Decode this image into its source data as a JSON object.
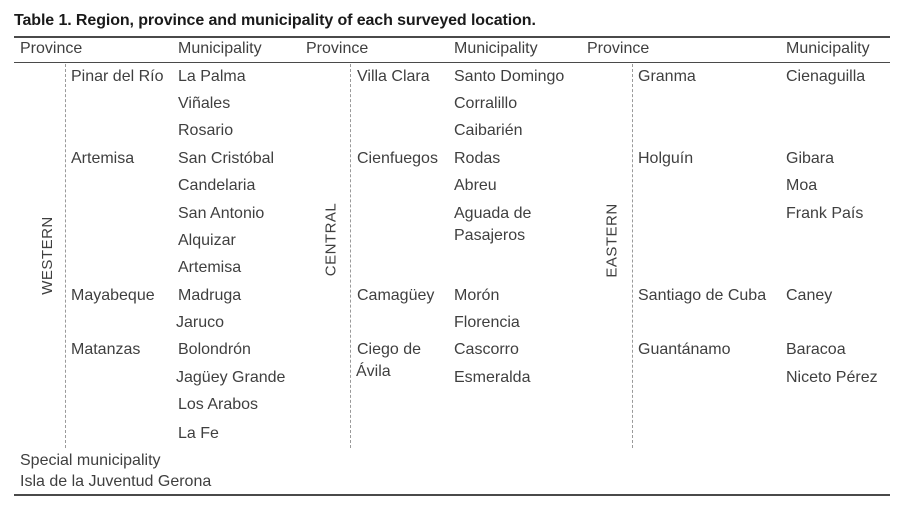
{
  "caption": "Table 1. Region, province and municipality of each surveyed location.",
  "headers": [
    "Province",
    "Municipality",
    "Province",
    "Municipality",
    "Province",
    "Municipality"
  ],
  "regions": {
    "western": {
      "label": "WESTERN",
      "provinces": [
        {
          "name": "Pinar del Río",
          "municipalities": [
            "La Palma",
            "Viñales",
            "Rosario"
          ]
        },
        {
          "name": "Artemisa",
          "municipalities": [
            "San Cristóbal",
            "Candelaria",
            "San Antonio",
            "Alquizar",
            "Artemisa"
          ]
        },
        {
          "name": "Mayabeque",
          "municipalities": [
            "Madruga",
            "Jaruco"
          ]
        },
        {
          "name": "Matanzas",
          "municipalities": [
            "Bolondrón",
            "Jagüey Grande",
            "Los Arabos",
            "La Fe"
          ]
        }
      ]
    },
    "central": {
      "label": "CENTRAL",
      "provinces": [
        {
          "name": "Villa Clara",
          "municipalities": [
            "Santo Domingo",
            "Corralillo",
            "Caibarién"
          ]
        },
        {
          "name": "Cienfuegos",
          "municipalities": [
            "Rodas",
            "Abreu",
            "Aguada de",
            "Pasajeros"
          ]
        },
        {
          "name": "Camagüey",
          "municipalities": [
            "Morón",
            "Florencia"
          ]
        },
        {
          "name": "Ciego de",
          "name2": "Ávila",
          "municipalities": [
            "Cascorro",
            "Esmeralda"
          ]
        }
      ]
    },
    "eastern": {
      "label": "EASTERN",
      "provinces": [
        {
          "name": "Granma",
          "municipalities": [
            "Cienaguilla"
          ]
        },
        {
          "name": "Holguín",
          "municipalities": [
            "Gibara",
            "Moa",
            "Frank País"
          ]
        },
        {
          "name": "Santiago de Cuba",
          "municipalities": [
            "Caney"
          ]
        },
        {
          "name": "Guantánamo",
          "municipalities": [
            "Baracoa",
            "Niceto Pérez"
          ]
        }
      ]
    }
  },
  "footer": {
    "line1": "Special municipality",
    "line2": "Isla de la Juventud Gerona"
  }
}
